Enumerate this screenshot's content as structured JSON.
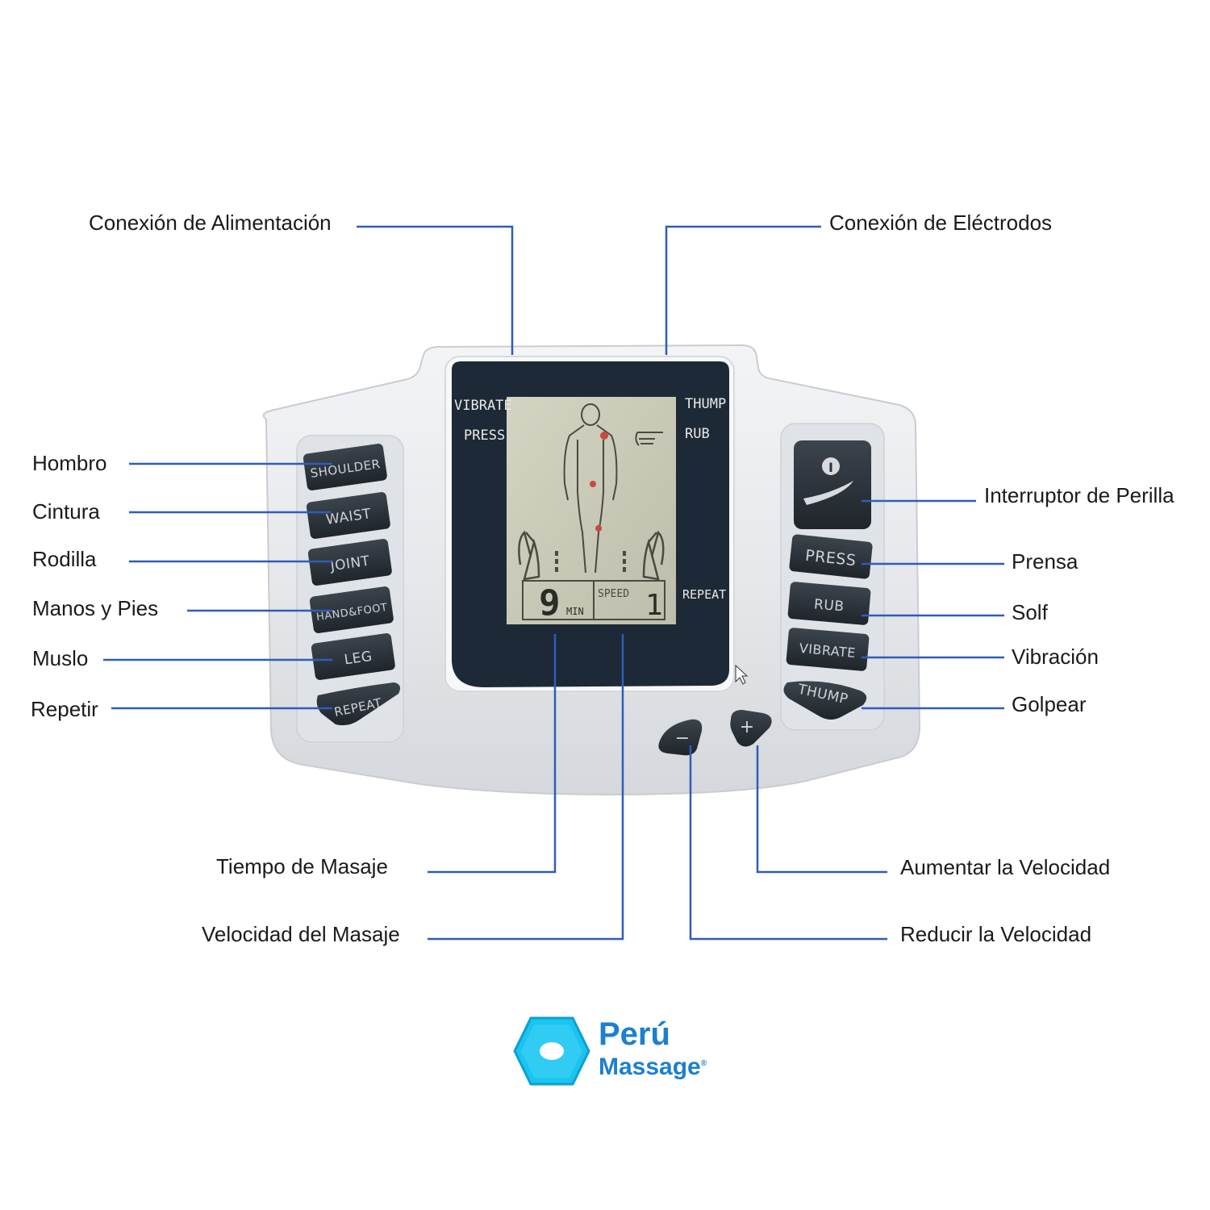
{
  "callouts": {
    "power_connection": "Conexión de Alimentación",
    "electrode_connection": "Conexión de Eléctrodos",
    "shoulder": "Hombro",
    "waist": "Cintura",
    "knee": "Rodilla",
    "hands_feet": "Manos y Pies",
    "thigh": "Muslo",
    "repeat": "Repetir",
    "knob_switch": "Interruptor de Perilla",
    "press": "Prensa",
    "rub": "Solf",
    "vibrate": "Vibración",
    "thump": "Golpear",
    "massage_time": "Tiempo de Masaje",
    "massage_speed": "Velocidad del Masaje",
    "increase_speed": "Aumentar la Velocidad",
    "decrease_speed": "Reducir la Velocidad"
  },
  "device": {
    "left_buttons": [
      "SHOULDER",
      "WAIST",
      "JOINT",
      "HAND&FOOT",
      "LEG",
      "REPEAT"
    ],
    "right_buttons": [
      "PRESS",
      "RUB",
      "VIBRATE",
      "THUMP"
    ],
    "power_symbol": "I",
    "minus_label": "−",
    "plus_label": "+",
    "screen": {
      "mode_vibrate": "VIBRATE",
      "mode_press": "PRESS",
      "mode_thump": "THUMP",
      "mode_rub": "RUB",
      "mode_repeat": "REPEAT",
      "time_value": "9",
      "time_unit": "MIN",
      "speed_label": "SPEED",
      "speed_value": "1"
    }
  },
  "logo": {
    "line1": "Perú",
    "line2": "Massage",
    "mark": "®"
  },
  "colors": {
    "leader_line": "#2f5db8",
    "button": "#2c3238",
    "bezel": "#1f2a38",
    "lcd": "#c9c9b8",
    "logo_blue": "#1c7fd0",
    "logo_cyan": "#19c4f0"
  }
}
